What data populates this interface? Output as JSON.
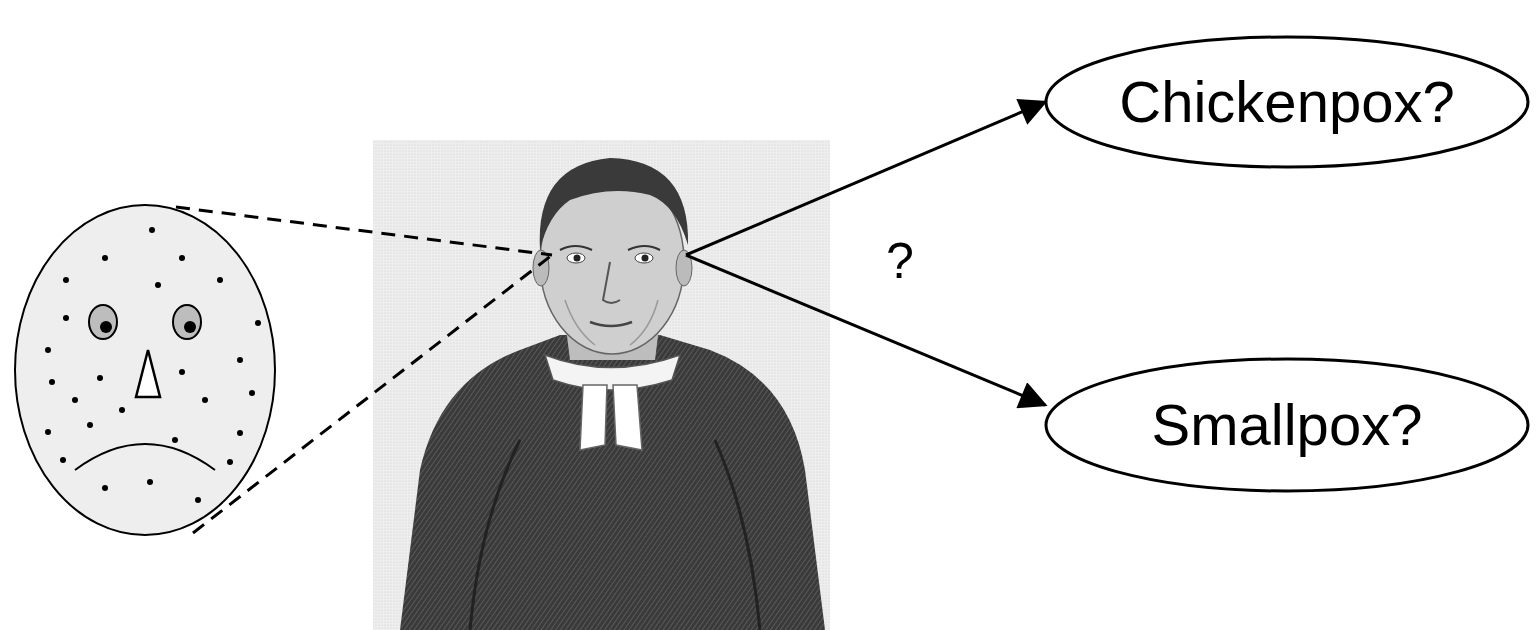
{
  "diagram": {
    "nodes": [
      {
        "text": [
          "Chickenpox?"
        ]
      },
      {
        "text": [
          "Smallpox?"
        ]
      }
    ],
    "labels": [
      "?"
    ]
  }
}
